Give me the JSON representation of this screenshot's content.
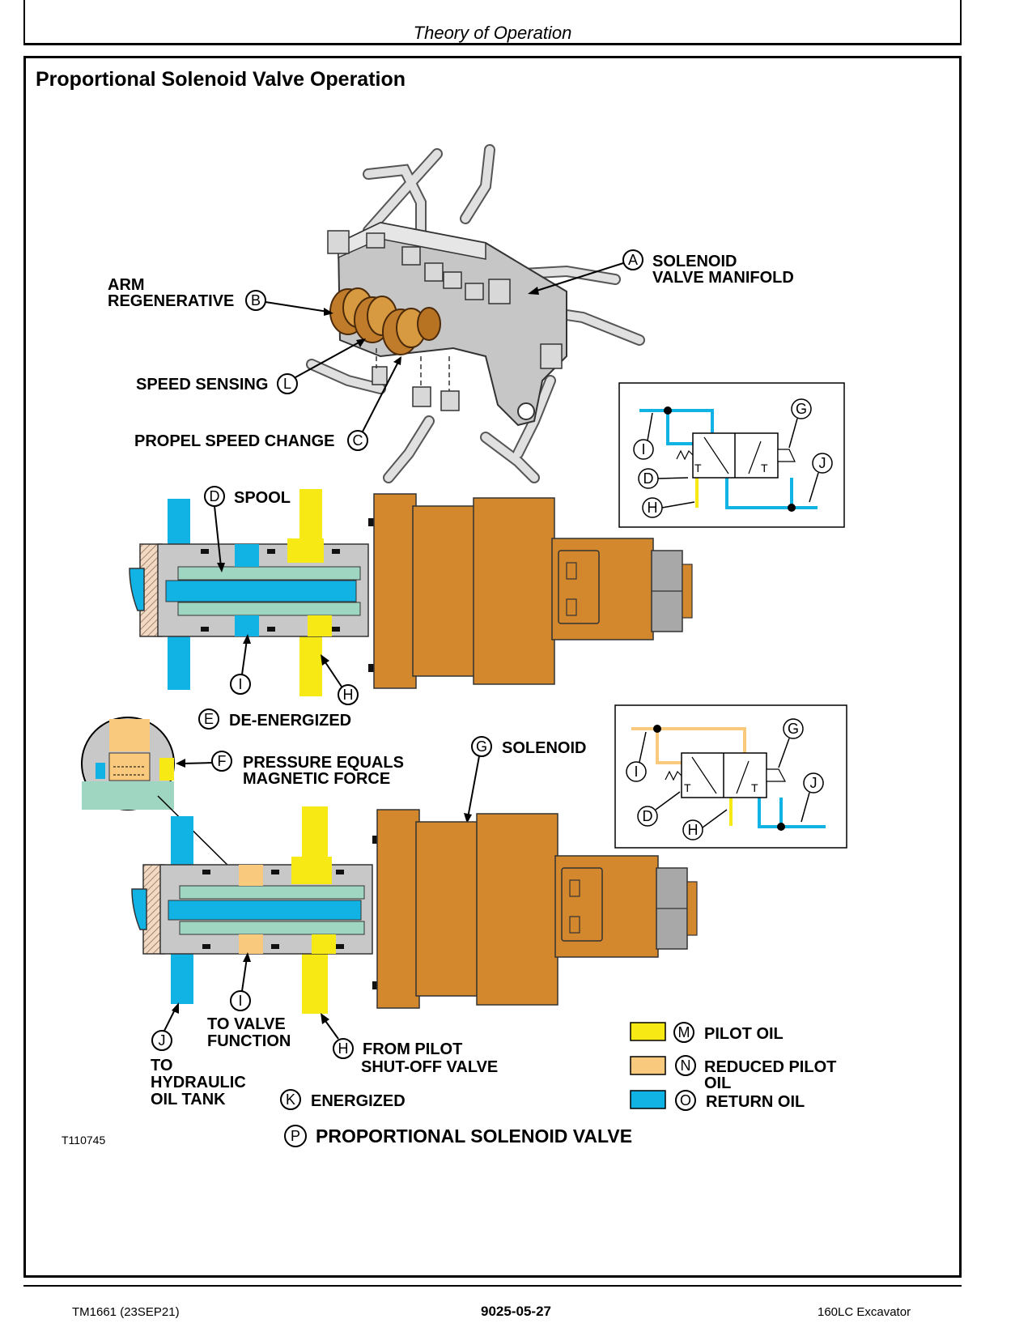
{
  "header": {
    "title": "Theory of Operation"
  },
  "section_title": "Proportional Solenoid Valve Operation",
  "colors": {
    "pilot_oil": "#f7ea14",
    "reduced_pilot_oil": "#f9c97e",
    "return_oil": "#10b3e4",
    "solenoid": "#d4882d",
    "spool_green": "#9fd6c1",
    "body_gray": "#c8c8c8"
  },
  "callouts": {
    "A": {
      "letter": "A",
      "line1": "SOLENOID",
      "line2": "VALVE MANIFOLD"
    },
    "B": {
      "letter": "B",
      "line1": "ARM",
      "line2": "REGENERATIVE"
    },
    "L": {
      "letter": "L",
      "text": "SPEED SENSING"
    },
    "C": {
      "letter": "C",
      "text": "PROPEL SPEED CHANGE"
    },
    "D": {
      "letter": "D",
      "text": "SPOOL"
    },
    "E": {
      "letter": "E",
      "text": "DE-ENERGIZED"
    },
    "F": {
      "letter": "F",
      "line1": "PRESSURE EQUALS",
      "line2": "MAGNETIC FORCE"
    },
    "G": {
      "letter": "G",
      "text": "SOLENOID"
    },
    "H": {
      "letter": "H",
      "line1": "FROM PILOT",
      "line2": "SHUT-OFF VALVE"
    },
    "I": {
      "letter": "I",
      "line1": "TO VALVE",
      "line2": "FUNCTION"
    },
    "J": {
      "letter": "J",
      "line1": "TO",
      "line2": "HYDRAULIC",
      "line3": "OIL TANK"
    },
    "K": {
      "letter": "K",
      "text": "ENERGIZED"
    },
    "P": {
      "letter": "P",
      "text": "PROPORTIONAL SOLENOID  VALVE"
    }
  },
  "schematic_letters": {
    "I": "I",
    "D": "D",
    "H": "H",
    "G": "G",
    "J": "J",
    "T": "T"
  },
  "legend": [
    {
      "letter": "M",
      "line1": "PILOT OIL",
      "line2": ""
    },
    {
      "letter": "N",
      "line1": "REDUCED PILOT",
      "line2": "OIL"
    },
    {
      "letter": "O",
      "line1": "RETURN OIL",
      "line2": ""
    }
  ],
  "figure_id": "T110745",
  "footer": {
    "left": "TM1661 (23SEP21)",
    "center": "9025-05-27",
    "right": "160LC Excavator"
  }
}
